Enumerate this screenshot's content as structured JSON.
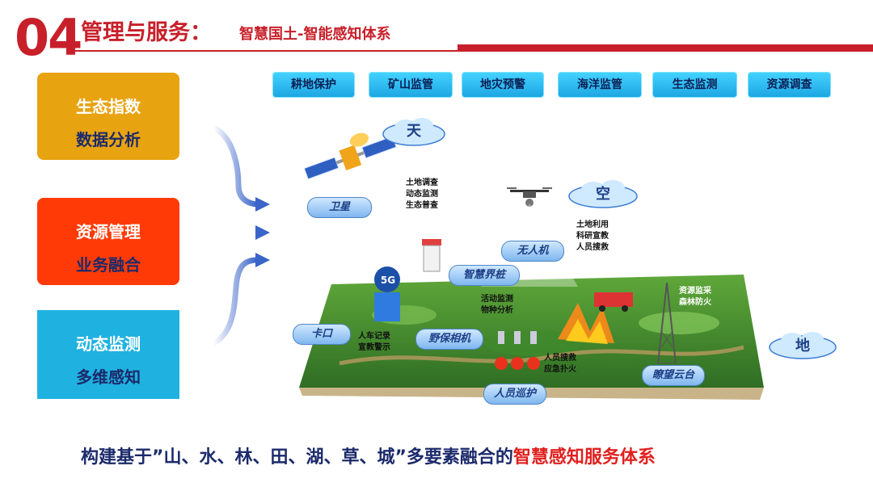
{
  "header": {
    "number": "04",
    "title": "管理与服务：",
    "subtitle": "智慧国土-智能感知体系"
  },
  "cards": [
    {
      "line1": "生态指数",
      "line2": "数据分析"
    },
    {
      "line1": "资源管理",
      "line2": "业务融合"
    },
    {
      "line1": "动态监测",
      "line2": "多维感知"
    }
  ],
  "tags": [
    "耕地保护",
    "矿山监管",
    "地灾预警",
    "海洋监管",
    "生态监测",
    "资源调查"
  ],
  "clouds": {
    "sky": "天",
    "air": "空",
    "ground": "地"
  },
  "labels": {
    "satellite": "卫星",
    "drone": "无人机",
    "smart_marker": "智慧界桩",
    "checkpoint": "卡口",
    "wild_camera": "野保相机",
    "patrol": "人员巡护",
    "watch_ptz": "瞭望云台"
  },
  "notes": {
    "satellite": [
      "土地调查",
      "动态监测",
      "生态普查"
    ],
    "drone": [
      "土地利用",
      "科研宣教",
      "人员搜救"
    ],
    "activity": [
      "活动监测",
      "物种分析"
    ],
    "vehicle": [
      "人车记录",
      "宣教警示"
    ],
    "rescue": [
      "人员搜救",
      "应急扑火"
    ],
    "tower": [
      "资源监采",
      "森林防火"
    ],
    "fiveg": "5G"
  },
  "bottom": {
    "prefix": "构建基于”山、水、林、田、湖、草、城”多要素融合的",
    "highlight": "智慧感知服务体系"
  },
  "colors": {
    "brand_red": "#c8202a",
    "card_orange": "#e8a311",
    "card_red": "#ff3a06",
    "card_blue": "#1fb2e0",
    "navy_text": "#1b2a6b",
    "tag_cyan": "#1ea7e3"
  }
}
